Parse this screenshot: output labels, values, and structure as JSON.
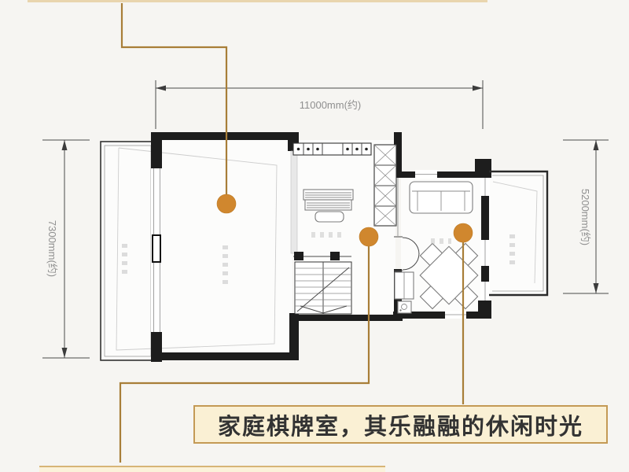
{
  "palette": {
    "background": "#f6f5f2",
    "wall": "#1d1d1d",
    "accent": "#d0872e",
    "accent_line": "#a87e38",
    "dim_text": "#8f8f8f",
    "caption_bg": "#faf0d4",
    "caption_border": "#c49a55",
    "caption_text": "#333333",
    "cutoff_line": "#e9d5ae",
    "cutoff_bg": "#fbf2da"
  },
  "dimensions": {
    "top_label": "11000mm(约)",
    "left_label": "7300mm(约)",
    "right_label": "5200mm(约)"
  },
  "caption": {
    "text": "家庭棋牌室，其乐融融的休闲时光"
  }
}
